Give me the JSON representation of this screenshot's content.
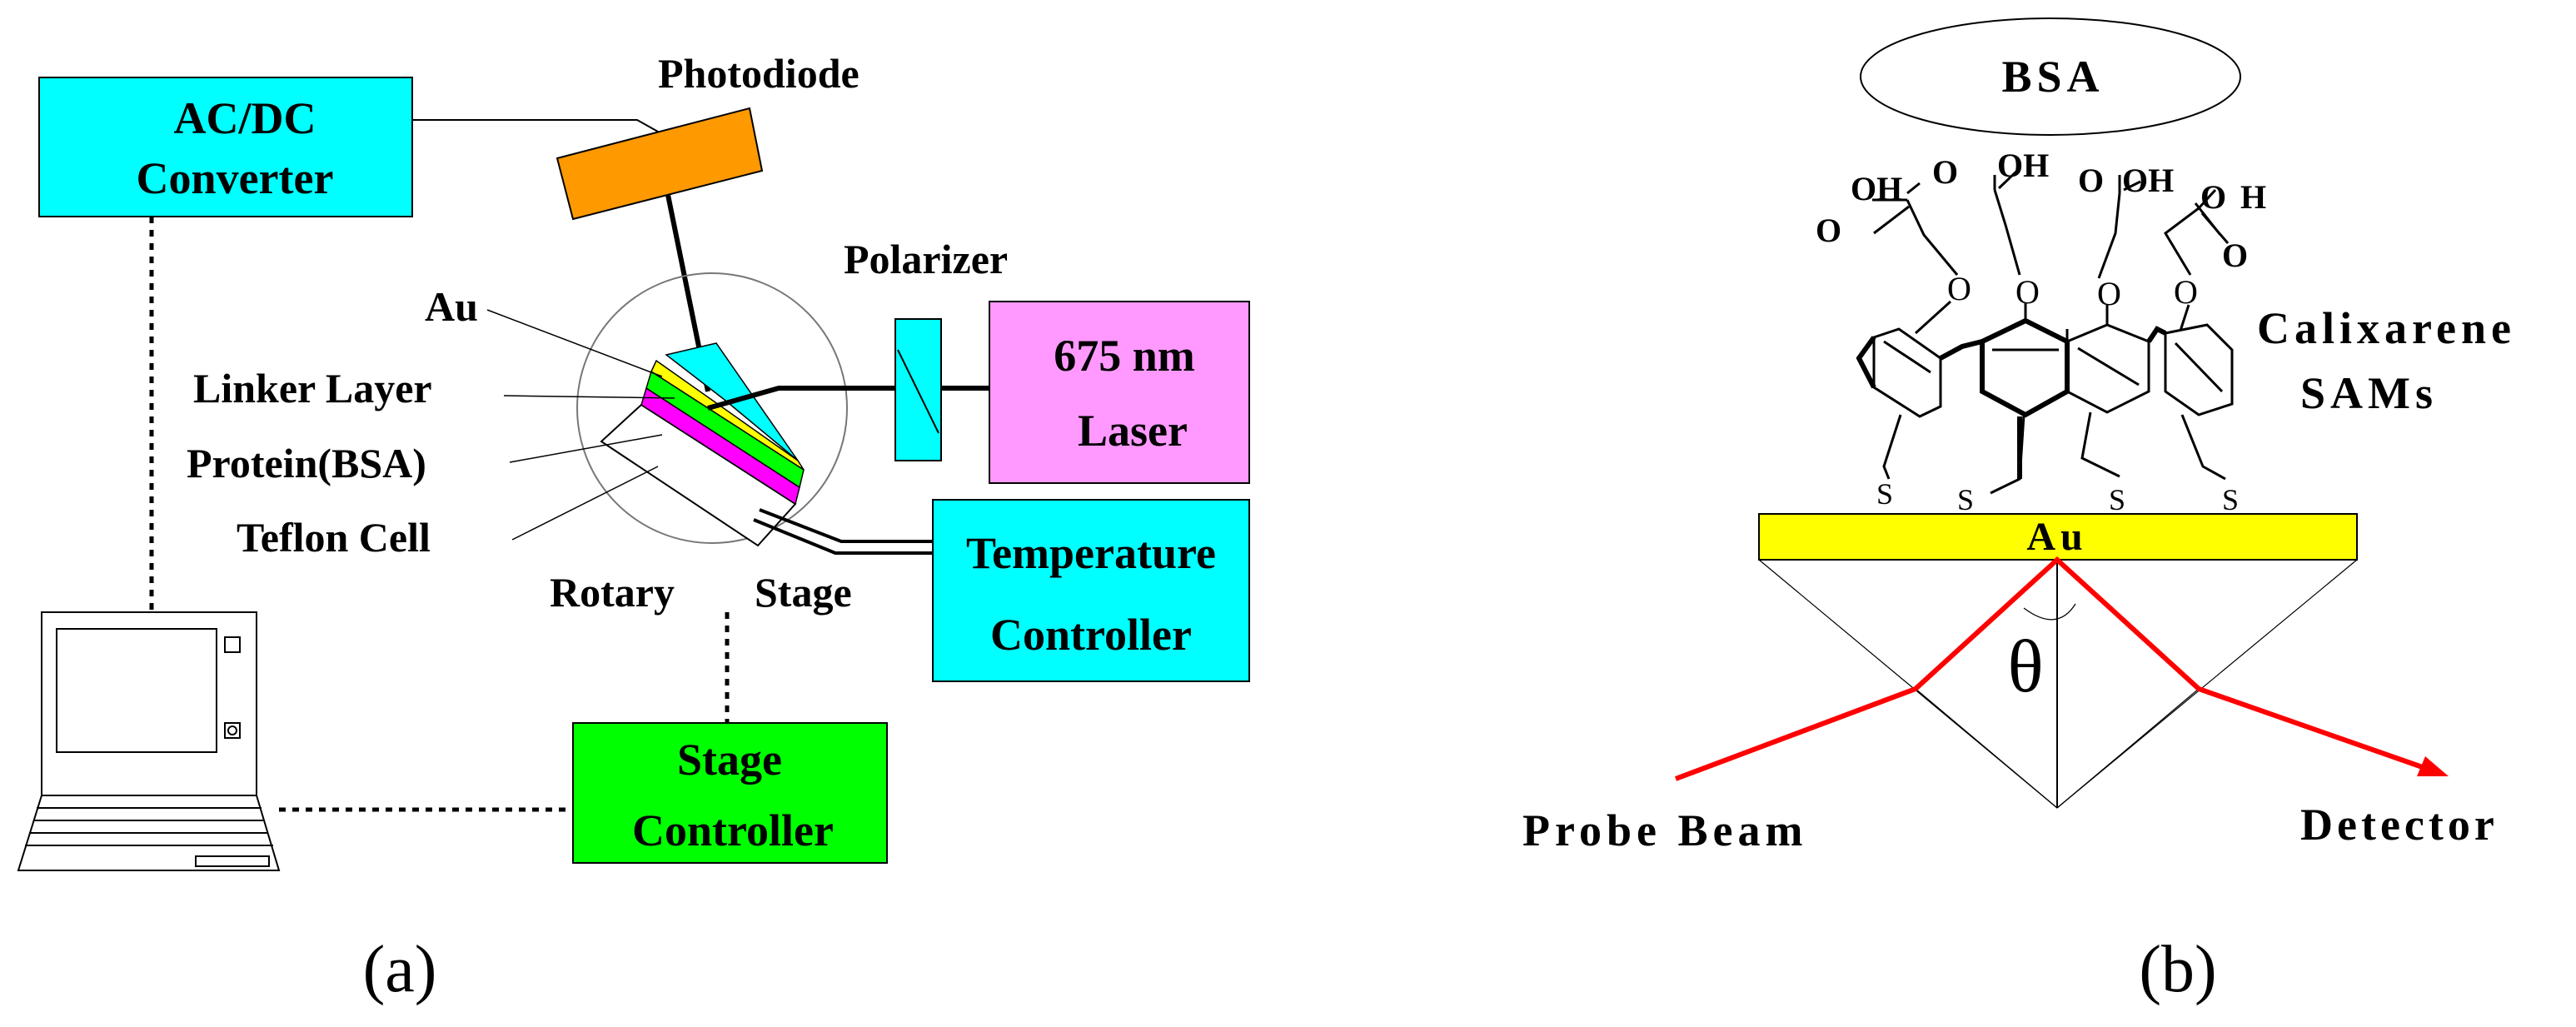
{
  "panel_a": {
    "caption": "(a)",
    "acdc": {
      "line1": "AC/DC",
      "line2": "Converter"
    },
    "photodiode": "Photodiode",
    "polarizer": "Polarizer",
    "laser": {
      "line1": "675 nm",
      "line2": "Laser"
    },
    "layers": {
      "au": "Au",
      "linker": "Linker Layer",
      "protein": "Protein(BSA)",
      "teflon": "Teflon Cell"
    },
    "rotary": "Rotary",
    "stage": "Stage",
    "temperature": {
      "line1": "Temperature",
      "line2": "Controller"
    },
    "stage_controller": {
      "line1": "Stage",
      "line2": "Controller"
    }
  },
  "panel_b": {
    "caption": "(b)",
    "bsa": "BSA",
    "calixarene": {
      "line1": "Calixarene",
      "line2": "SAMs"
    },
    "au": "Au",
    "theta": "θ",
    "probe_beam": "Probe Beam",
    "detector": "Detector",
    "sulfur": "S",
    "oxygen": "O",
    "hydroxyl": "OH",
    "hydrogen": "H"
  },
  "colors": {
    "cyan": "#00ffff",
    "orange": "#ff9900",
    "magenta": "#ff99ff",
    "green": "#00ff00",
    "yellow": "#ffff00",
    "layer_magenta": "#ff00ff",
    "beam_red": "#ff0000"
  }
}
